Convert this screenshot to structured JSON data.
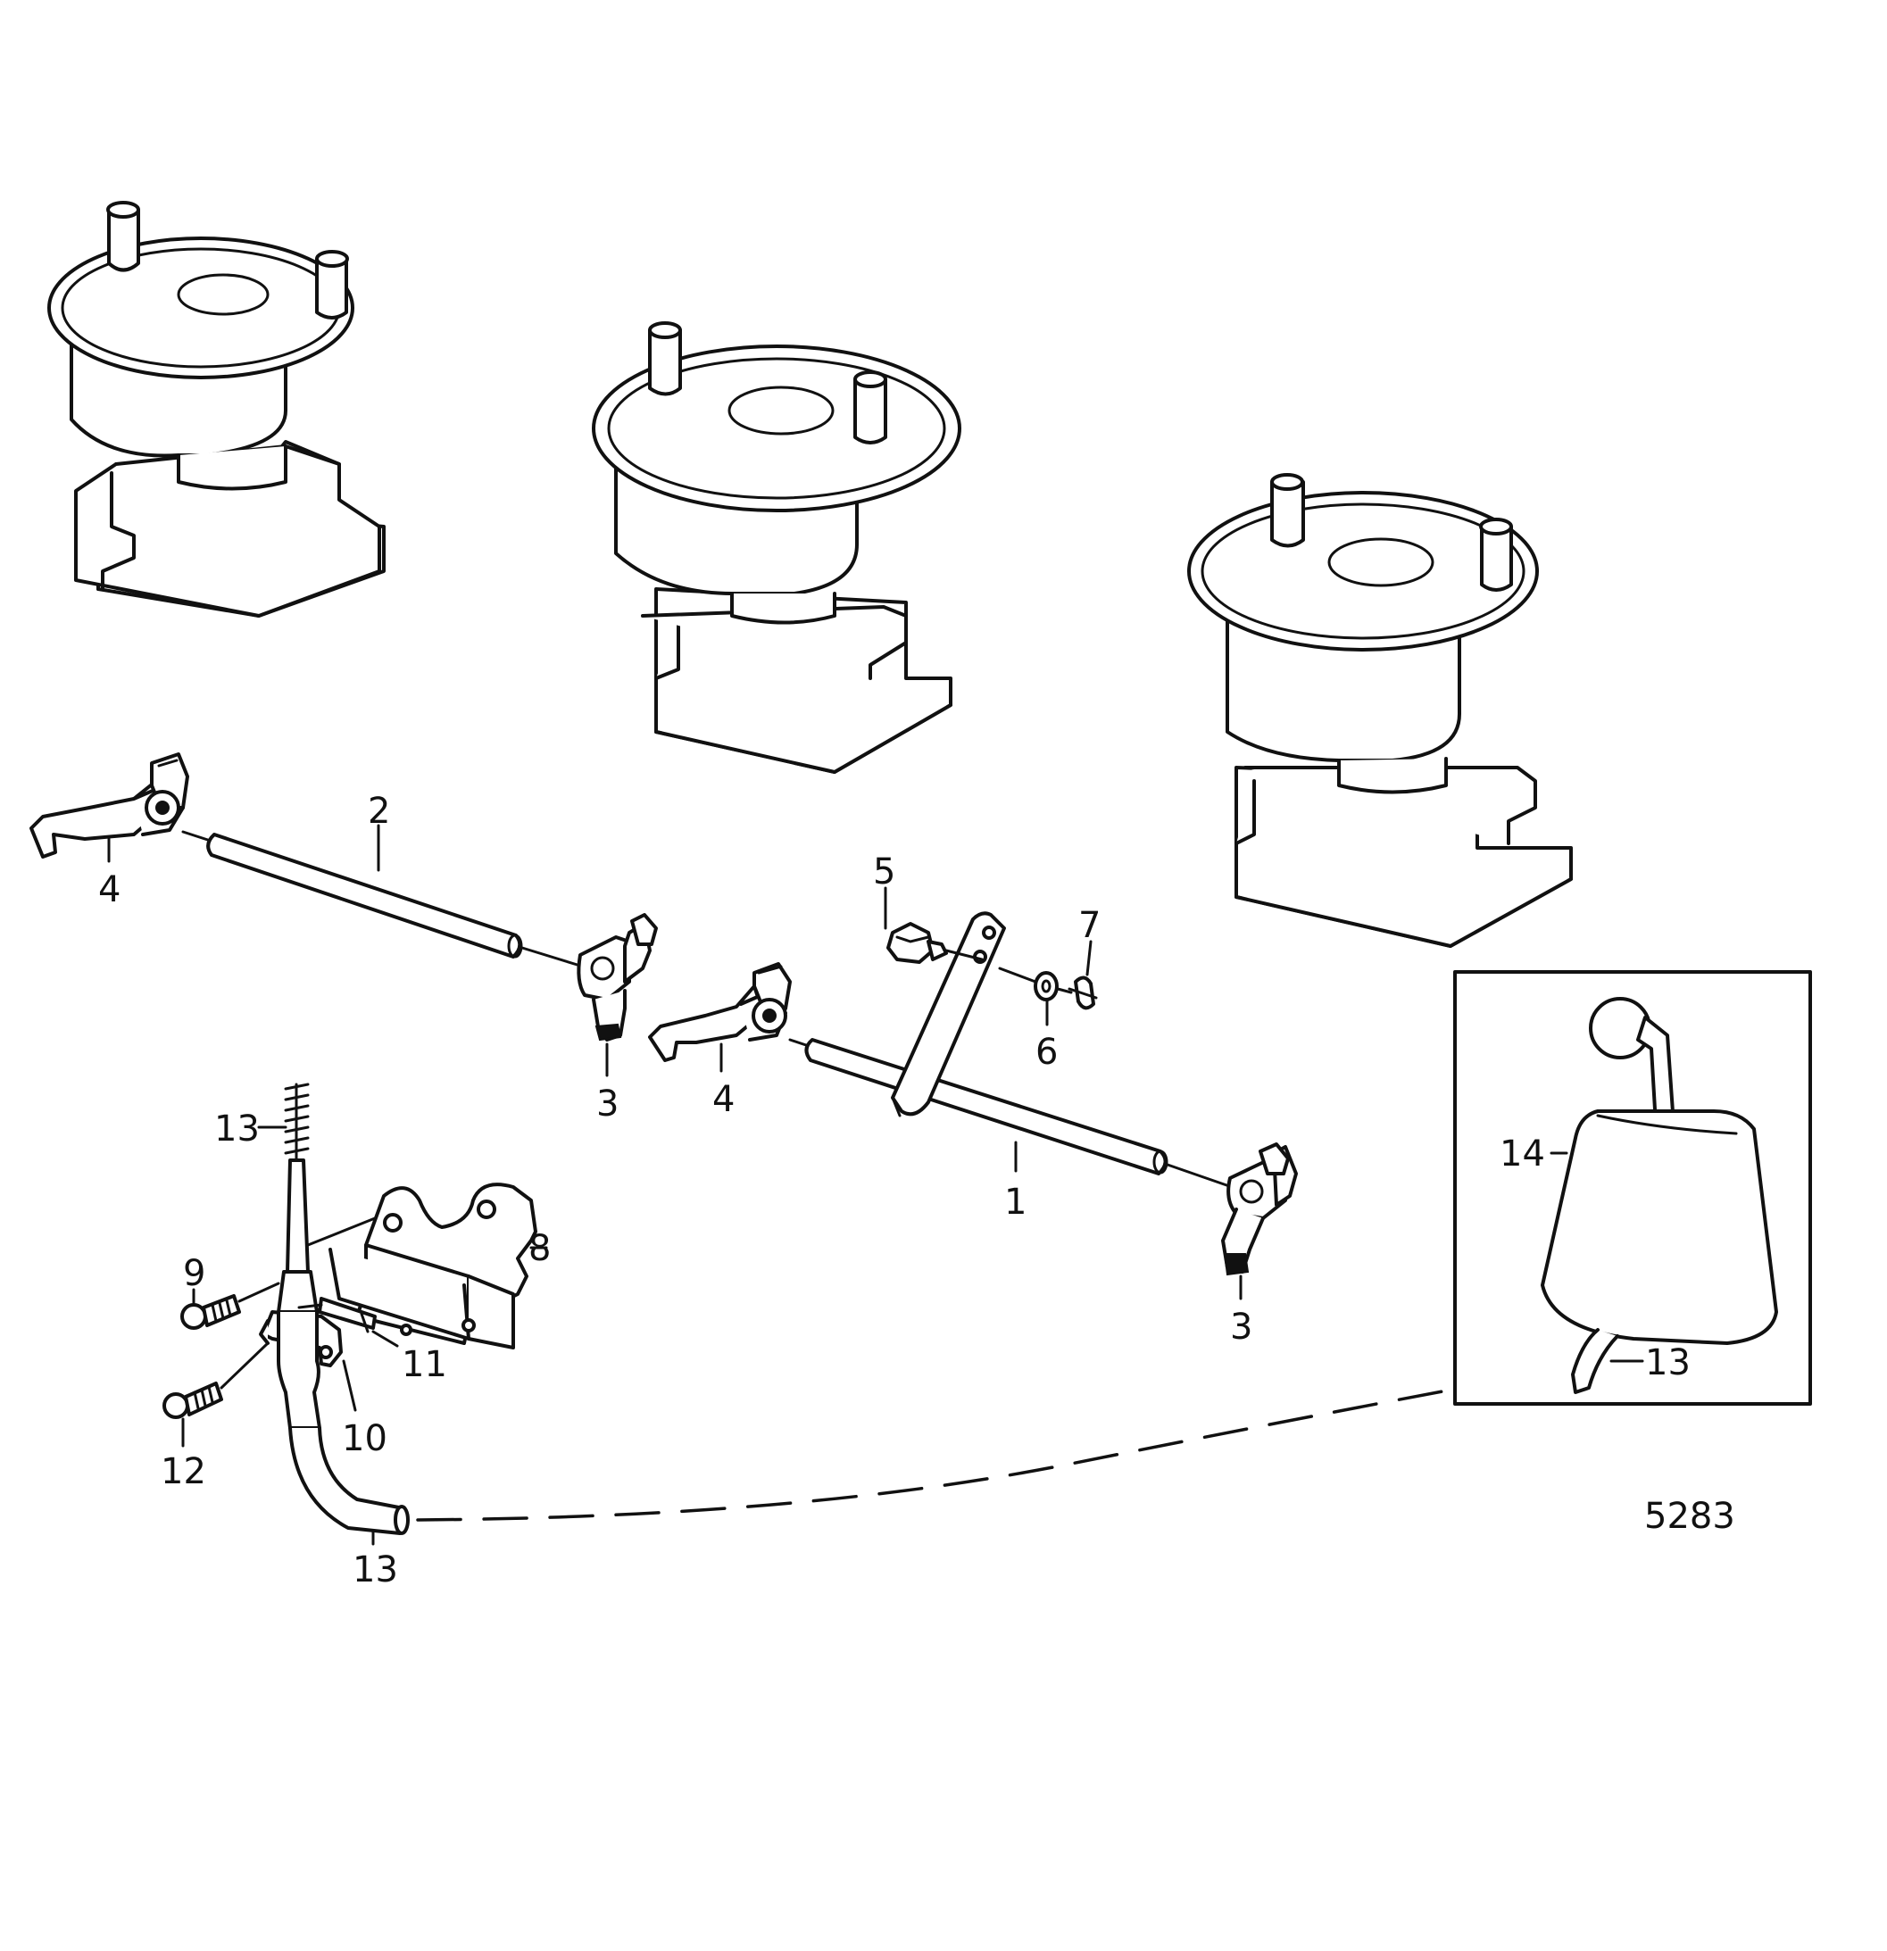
{
  "figure_number": "5283",
  "callouts": {
    "c1": "1",
    "c2": "2",
    "c3a": "3",
    "c3b": "3",
    "c4a": "4",
    "c4b": "4",
    "c5": "5",
    "c6": "6",
    "c7": "7",
    "c8": "8",
    "c9": "9",
    "c10": "10",
    "c11": "11",
    "c12": "12",
    "c13a": "13",
    "c13b": "13",
    "c13c": "13",
    "c14": "14"
  }
}
